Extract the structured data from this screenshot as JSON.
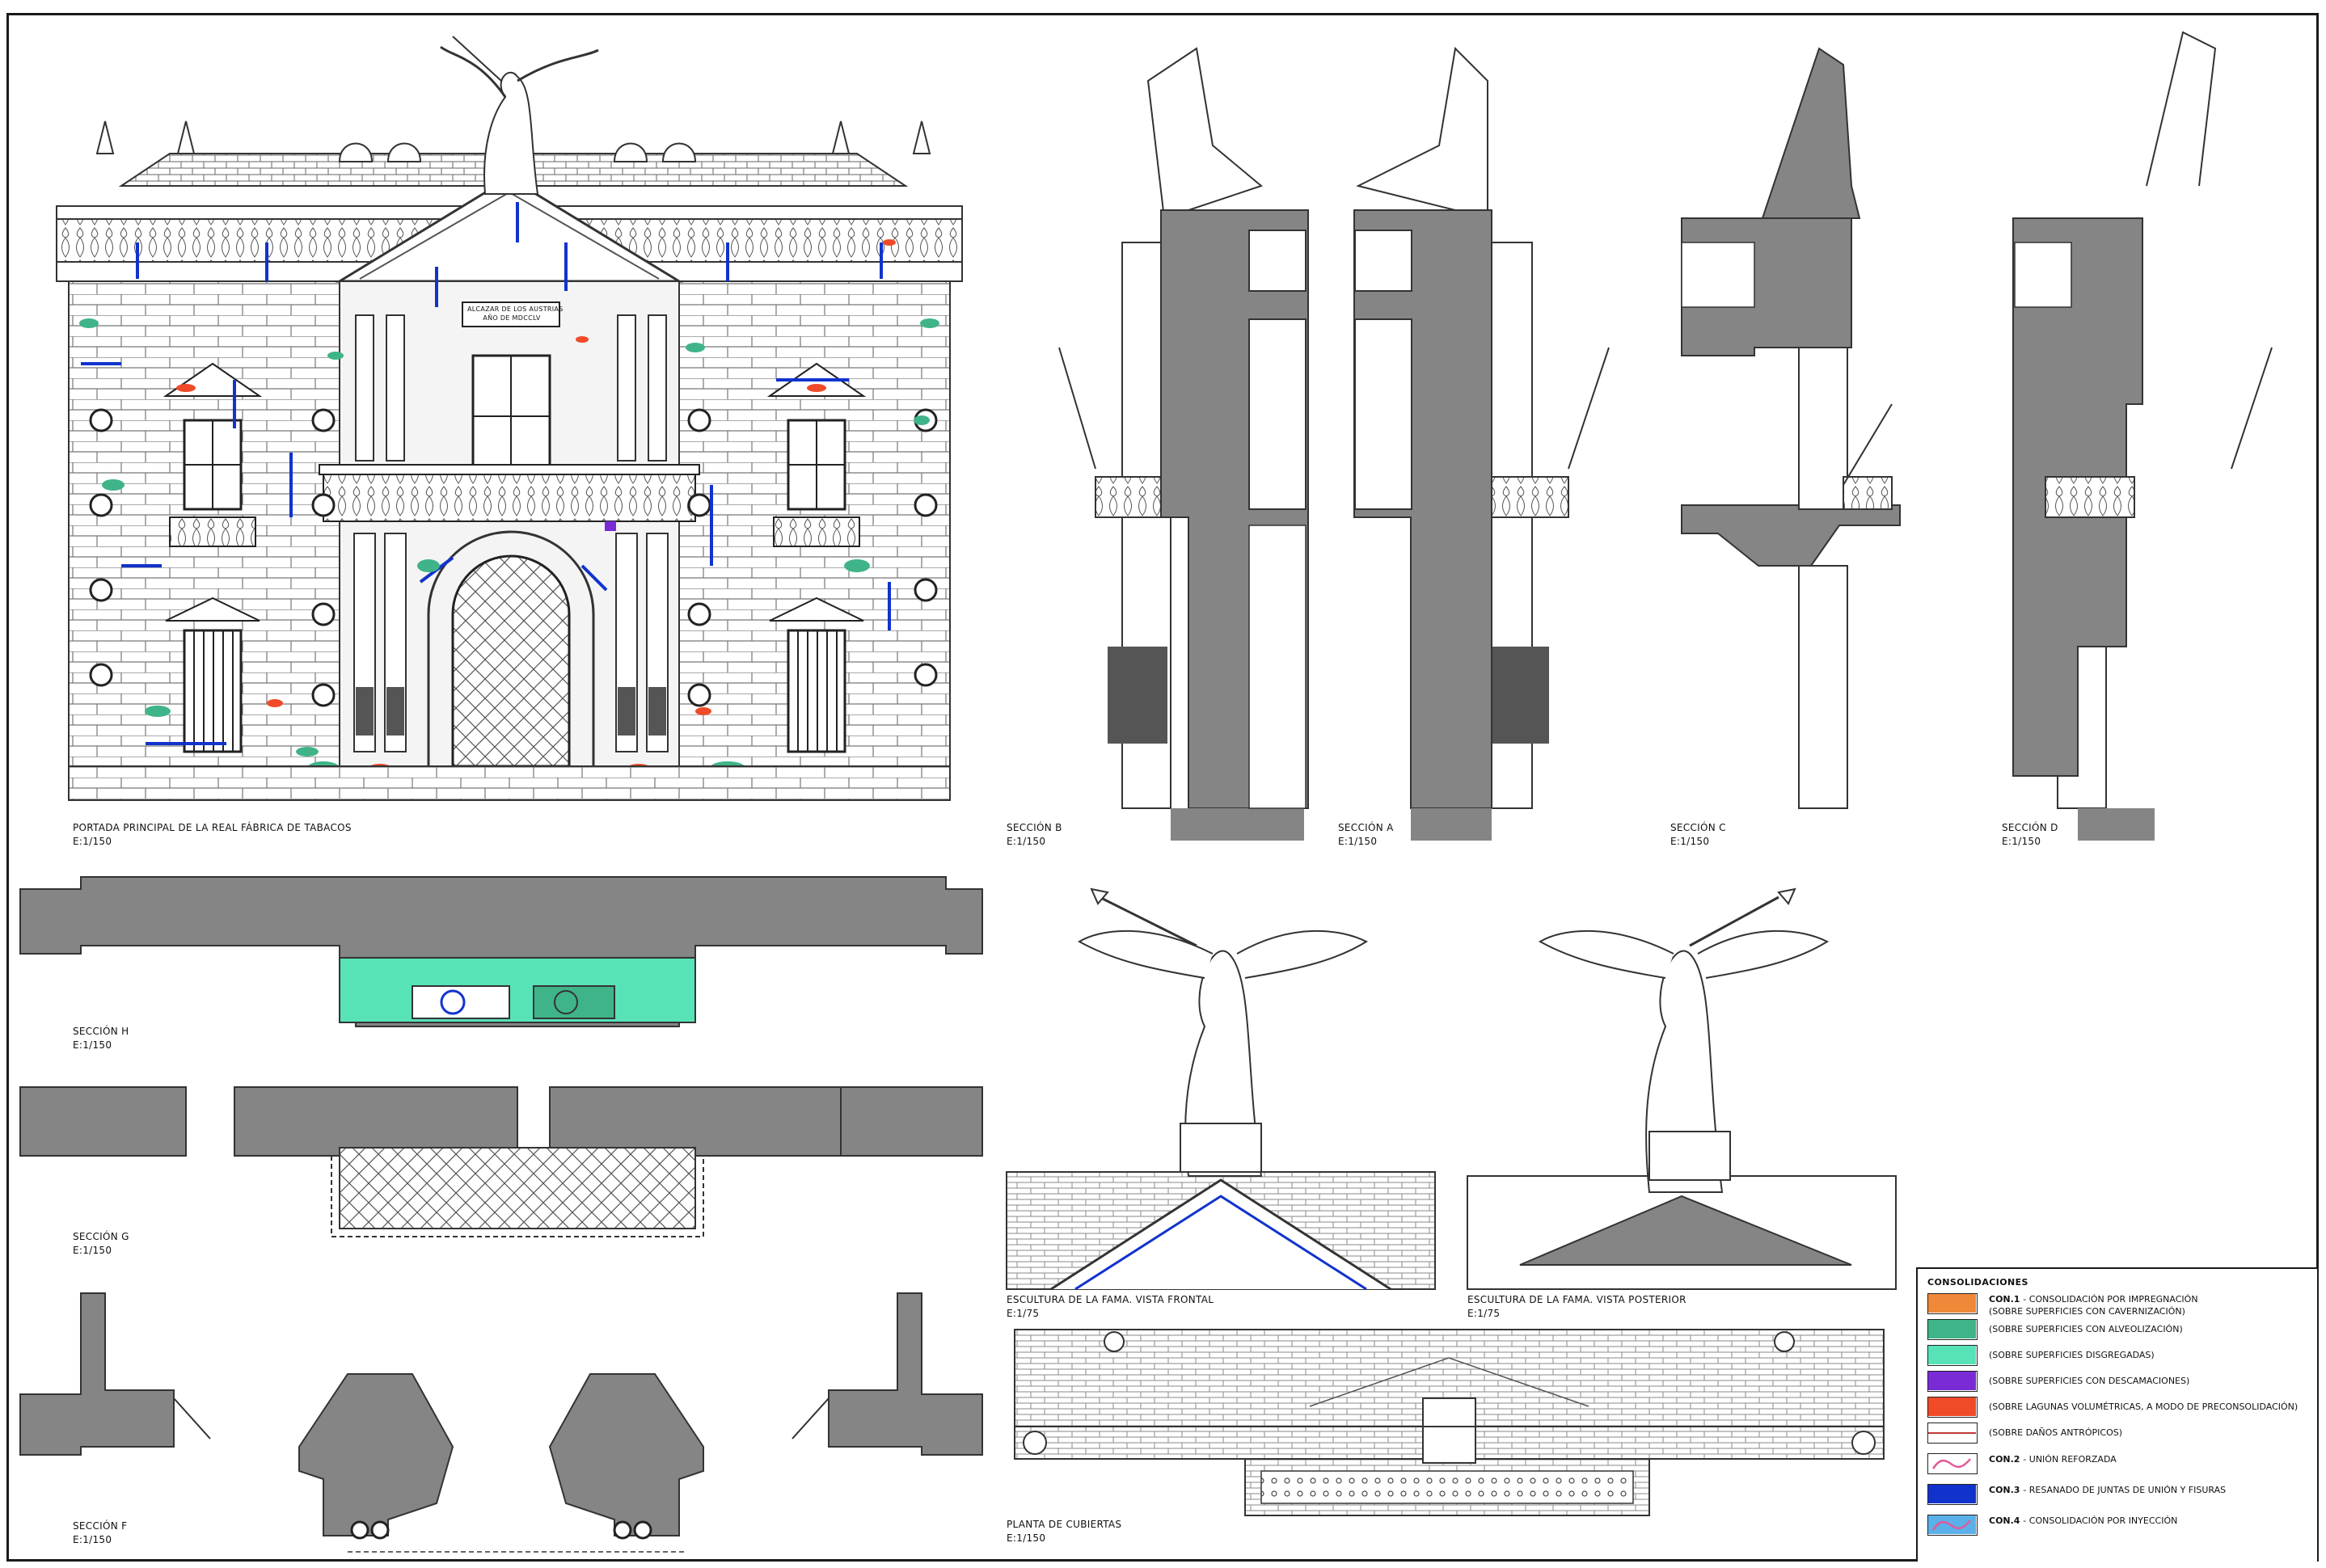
{
  "drawings": {
    "portada": {
      "title": "PORTADA PRINCIPAL DE LA REAL FÁBRICA DE TABACOS",
      "scale": "E:1/150"
    },
    "sec_b": {
      "title": "SECCIÓN B",
      "scale": "E:1/150"
    },
    "sec_a": {
      "title": "SECCIÓN A",
      "scale": "E:1/150"
    },
    "sec_c": {
      "title": "SECCIÓN C",
      "scale": "E:1/150"
    },
    "sec_d": {
      "title": "SECCIÓN D",
      "scale": "E:1/150"
    },
    "sec_h": {
      "title": "SECCIÓN H",
      "scale": "E:1/150"
    },
    "sec_g": {
      "title": "SECCIÓN G",
      "scale": "E:1/150"
    },
    "sec_f": {
      "title": "SECCIÓN F",
      "scale": "E:1/150"
    },
    "fama_frontal": {
      "title": "ESCULTURA DE LA FAMA. VISTA FRONTAL",
      "scale": "E:1/75"
    },
    "fama_posterior": {
      "title": "ESCULTURA DE LA FAMA. VISTA POSTERIOR",
      "scale": "E:1/75"
    },
    "planta": {
      "title": "PLANTA DE CUBIERTAS",
      "scale": "E:1/150"
    }
  },
  "plaque_text": {
    "line1": "ALCAZAR DE LOS AUSTRIAS",
    "line2": "AÑO DE MDCCLV"
  },
  "legend": {
    "title": "CONSOLIDACIONES",
    "items": [
      {
        "code": "CON.1",
        "text": "- CONSOLIDACIÓN POR IMPREGNACIÓN",
        "sub": "(SOBRE SUPERFICIES CON CAVERNIZACIÓN)",
        "color": "#f0883a",
        "kind": "fill"
      },
      {
        "code": "",
        "text": "",
        "sub": "(SOBRE SUPERFICIES CON ALVEOLIZACIÓN)",
        "color": "#3fb488",
        "kind": "fill"
      },
      {
        "code": "",
        "text": "",
        "sub": "(SOBRE SUPERFICIES DISGREGADAS)",
        "color": "#57e2b8",
        "kind": "fill"
      },
      {
        "code": "",
        "text": "",
        "sub": "(SOBRE SUPERFICIES CON DESCAMACIONES)",
        "color": "#7a2bd6",
        "kind": "fill"
      },
      {
        "code": "",
        "text": "",
        "sub": "(SOBRE LAGUNAS VOLUMÉTRICAS, A MODO DE PRECONSOLIDACIÓN)",
        "color": "#f04a28",
        "kind": "fill"
      },
      {
        "code": "",
        "text": "",
        "sub": "(SOBRE DAÑOS ANTRÓPICOS)",
        "color": "#c23a3a",
        "kind": "hline"
      },
      {
        "code": "CON.2",
        "text": "- UNIÓN REFORZADA",
        "sub": "",
        "color": "#e05a9a",
        "kind": "wave"
      },
      {
        "code": "CON.3",
        "text": "- RESANADO DE JUNTAS DE UNIÓN Y FISURAS",
        "sub": "",
        "color": "#1133cc",
        "kind": "fill"
      },
      {
        "code": "CON.4",
        "text": "- CONSOLIDACIÓN POR INYECCIÓN",
        "sub": "",
        "color": "#5ab0e8",
        "kind": "wavefill"
      }
    ]
  }
}
